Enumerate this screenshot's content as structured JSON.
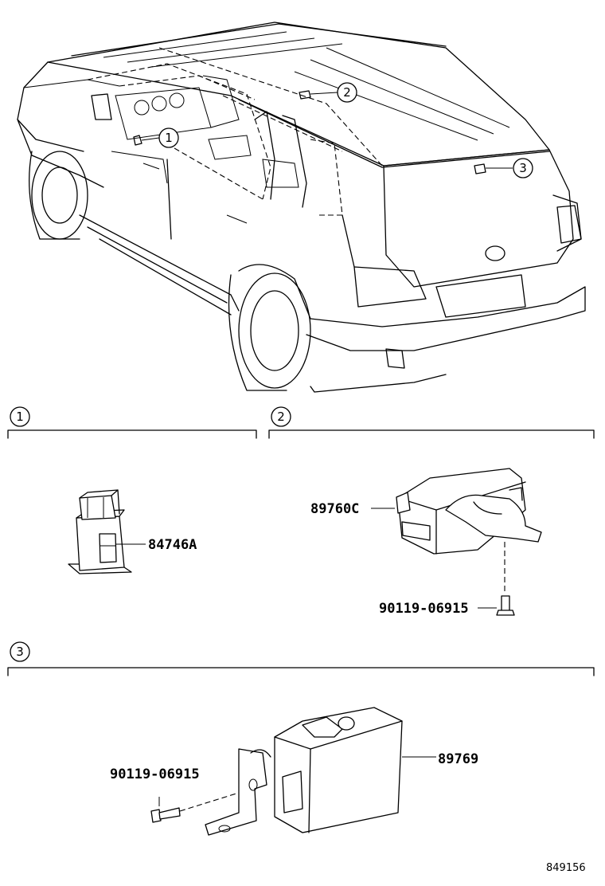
{
  "callouts": {
    "c1": "1",
    "c2": "2",
    "c3": "3"
  },
  "sections": {
    "s1": "1",
    "s2": "2",
    "s3": "3"
  },
  "parts": {
    "p84746a": "84746A",
    "p89760c": "89760C",
    "p90119_a": "90119-06915",
    "p90119_b": "90119-06915",
    "p89769": "89769"
  },
  "illustration_code": "849156"
}
